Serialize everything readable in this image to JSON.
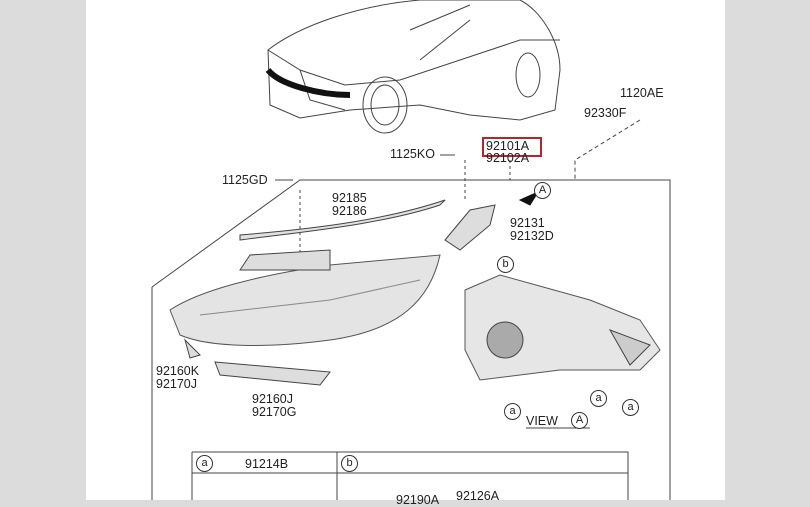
{
  "diagram": {
    "labels": {
      "p1120AE": "1120AE",
      "p92330F": "92330F",
      "p92101A": "92101A",
      "p92102A": "92102A",
      "p1125KO": "1125KO",
      "p1125GD": "1125GD",
      "p92185": "92185",
      "p92186": "92186",
      "p92131": "92131",
      "p92132D": "92132D",
      "p92160K": "92160K",
      "p92170J": "92170J",
      "p92160J": "92160J",
      "p92170G": "92170G",
      "view": "VIEW",
      "viewRef": "A",
      "calloutA": "A",
      "callouta": "a",
      "calloutb": "b"
    },
    "highlight_color": "#c0202a",
    "table": {
      "col_a_key": "a",
      "col_a_part": "91214B",
      "col_b_key": "b",
      "col_b_parts": [
        "92190A",
        "92126A"
      ]
    }
  }
}
